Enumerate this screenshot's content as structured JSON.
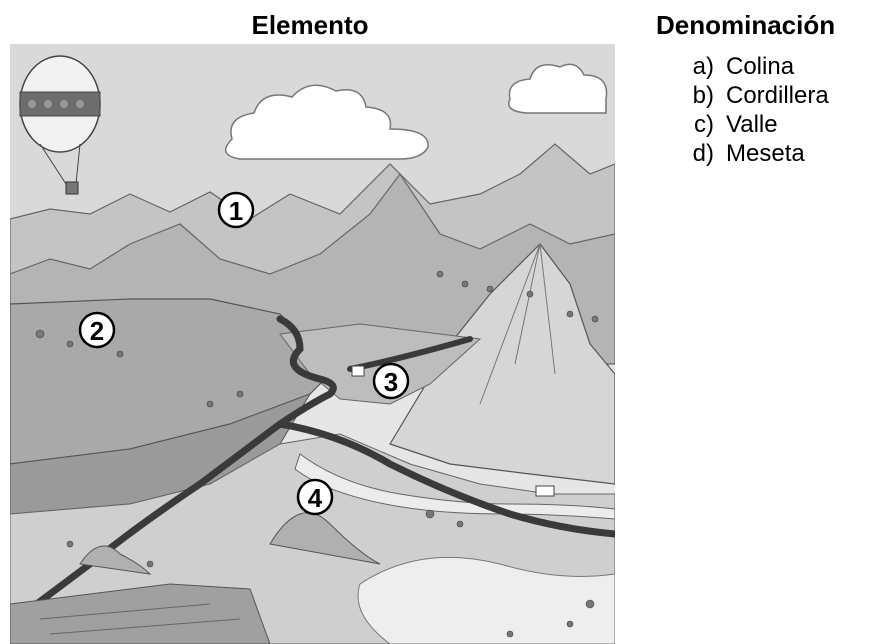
{
  "header": {
    "left_title": "Elemento",
    "right_title": "Denominación"
  },
  "illustration": {
    "markers": [
      {
        "label": "1"
      },
      {
        "label": "2"
      },
      {
        "label": "3"
      },
      {
        "label": "4"
      }
    ]
  },
  "options": [
    {
      "letter": "a)",
      "label": "Colina"
    },
    {
      "letter": "b)",
      "label": "Cordillera"
    },
    {
      "letter": "c)",
      "label": "Valle"
    },
    {
      "letter": "d)",
      "label": "Meseta"
    }
  ]
}
